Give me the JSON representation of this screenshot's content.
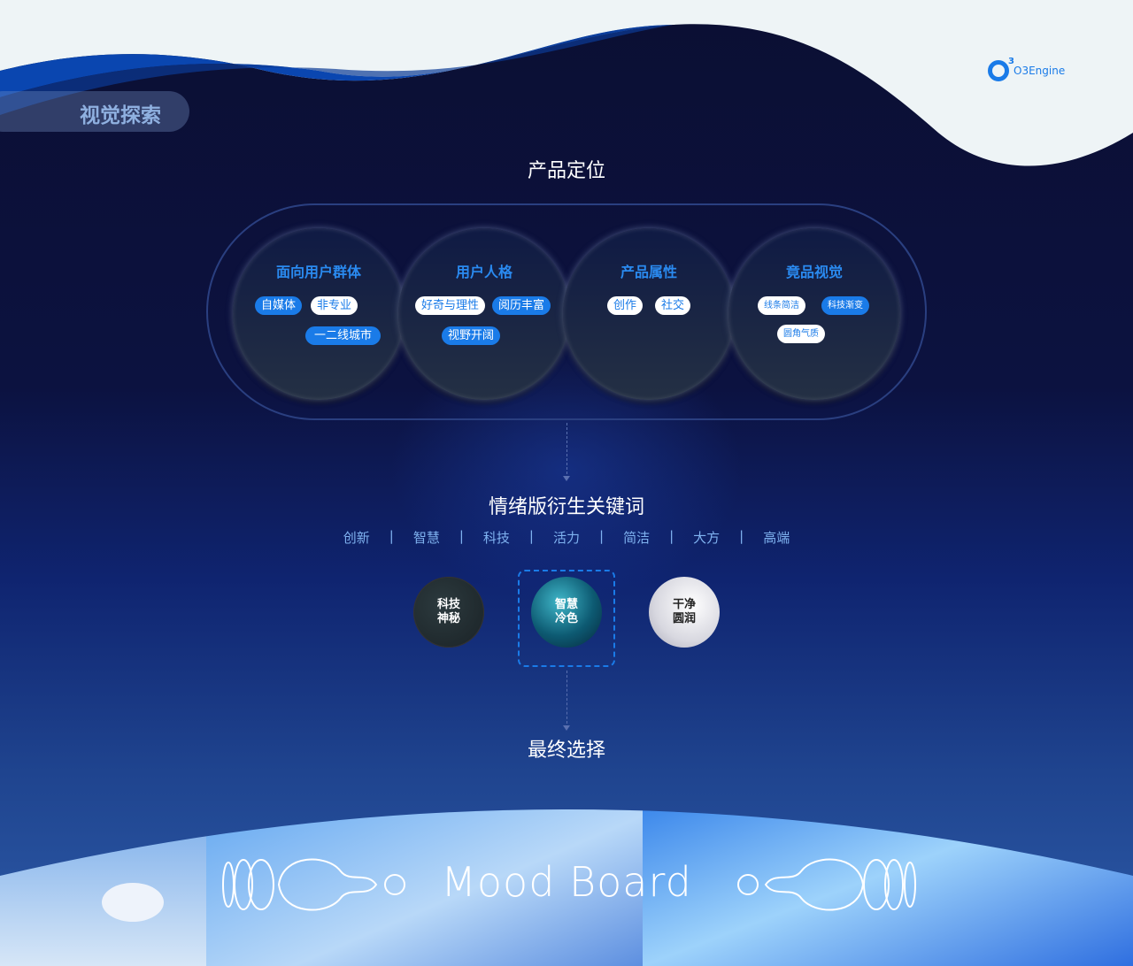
{
  "section_badge": "视觉探索",
  "logo": {
    "text": "O3Engine",
    "sup": "3"
  },
  "positioning": {
    "title": "产品定位",
    "circles": [
      {
        "title": "面向用户群体",
        "tags": [
          {
            "label": "自媒体",
            "style": "blue"
          },
          {
            "label": "非专业",
            "style": "white"
          },
          {
            "label": "一二线城市",
            "style": "blue"
          }
        ]
      },
      {
        "title": "用户人格",
        "tags": [
          {
            "label": "好奇与理性",
            "style": "white"
          },
          {
            "label": "阅历丰富",
            "style": "blue"
          },
          {
            "label": "视野开阔",
            "style": "blue"
          }
        ]
      },
      {
        "title": "产品属性",
        "tags": [
          {
            "label": "创作",
            "style": "white"
          },
          {
            "label": "社交",
            "style": "white"
          }
        ]
      },
      {
        "title": "竟品视觉",
        "tags": [
          {
            "label": "线条简洁",
            "style": "white"
          },
          {
            "label": "科技渐变",
            "style": "blue"
          },
          {
            "label": "圆角气质",
            "style": "white"
          }
        ]
      }
    ]
  },
  "keywords": {
    "title": "情绪版衍生关键词",
    "items": [
      "创新",
      "智慧",
      "科技",
      "活力",
      "简洁",
      "大方",
      "高端"
    ]
  },
  "moods": [
    {
      "line1": "科技",
      "line2": "神秘",
      "selected": false
    },
    {
      "line1": "智慧",
      "line2": "冷色",
      "selected": true
    },
    {
      "line1": "干净",
      "line2": "圆润",
      "selected": false
    }
  ],
  "final": {
    "title": "最终选择",
    "banner": "Mood Board"
  },
  "colors": {
    "accent": "#1a7be8",
    "navy": "#0b0f33",
    "light": "#eef4f6"
  }
}
